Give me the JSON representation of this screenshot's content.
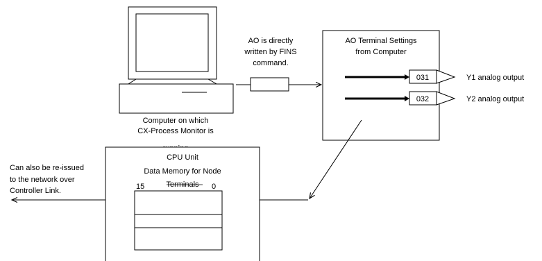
{
  "computer": {
    "caption_lines": [
      "Computer on which",
      "CX-Process Monitor is",
      "running"
    ]
  },
  "fins_note": {
    "lines": [
      "AO is directly",
      "written by FINS",
      "command."
    ]
  },
  "ao_box": {
    "title_lines": [
      "AO Terminal Settings",
      "from Computer"
    ],
    "terminals": [
      {
        "number": "031",
        "output_label": "Y1 analog output"
      },
      {
        "number": "032",
        "output_label": "Y2 analog output"
      }
    ]
  },
  "cpu_unit": {
    "title": "CPU Unit",
    "subtitle_lines": [
      "Data Memory for Node",
      "Terminals"
    ],
    "bit_high": "15",
    "bit_low": "0"
  },
  "network_note": {
    "lines": [
      "Can also be re-issued",
      "to the network over",
      "Controller Link."
    ]
  }
}
